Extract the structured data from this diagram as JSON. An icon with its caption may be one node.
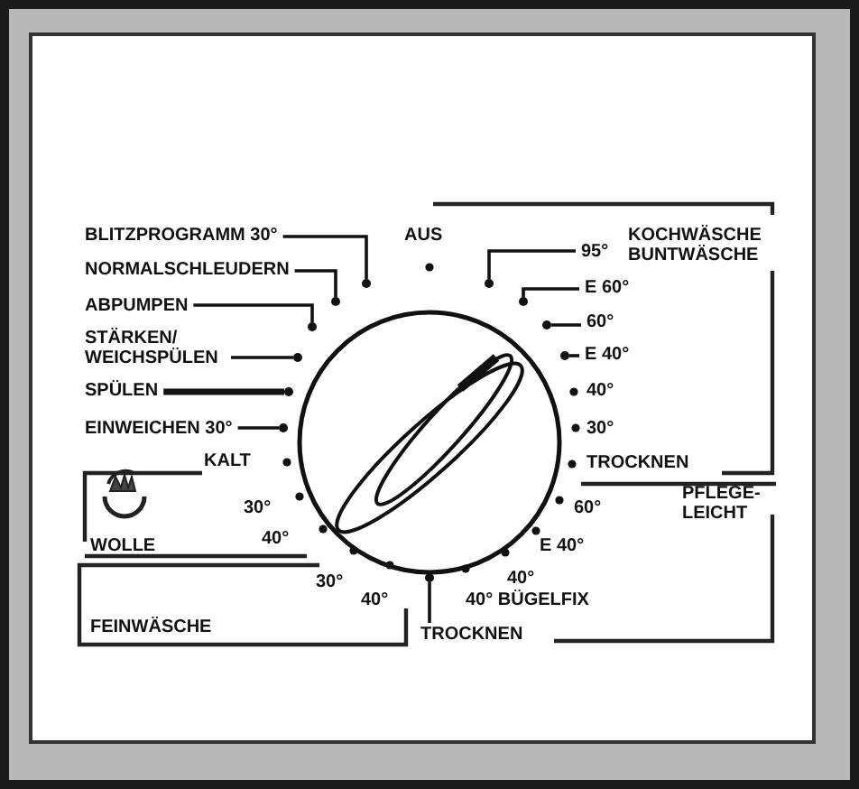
{
  "diagram": {
    "nodes": [
      {
        "text": [
          "BLITZPROGRAMM 30°"
        ]
      },
      {
        "text": [
          "NORMALSCHLEUDERN"
        ]
      },
      {
        "text": [
          "95°"
        ]
      },
      {
        "text": [
          "E 60°"
        ]
      },
      {
        "text": [
          "ABPUMPEN"
        ]
      },
      {
        "text": [
          "60°"
        ]
      },
      {
        "text": [
          "STÄRKEN/ WEICHSPÜLEN"
        ]
      },
      {
        "text": [
          "E 40°"
        ]
      },
      {
        "text": [
          "SPÜLEN"
        ]
      },
      {
        "text": [
          "EINWEICHEN 30°"
        ]
      },
      {
        "text": [
          "TROCKNEN"
        ]
      },
      {
        "text": [],
        "shape": "circle"
      },
      {
        "text": [],
        "shape": "circle"
      },
      {
        "text": [],
        "shape": "circle"
      },
      {
        "text": [],
        "shape": "circle"
      },
      {
        "text": [],
        "shape": "circle"
      },
      {
        "text": [],
        "shape": "circle"
      },
      {
        "text": [],
        "shape": "circle"
      },
      {
        "text": [],
        "shape": "circle"
      },
      {
        "text": [],
        "shape": "circle"
      },
      {
        "text": [],
        "shape": "circle"
      },
      {
        "text": [],
        "shape": "circle"
      }
    ],
    "edges": [
      {
        "from": 0,
        "to": 11,
        "arrow": "none"
      },
      {
        "from": 1,
        "to": 12,
        "arrow": "none"
      },
      {
        "from": 2,
        "to": 13,
        "arrow": "none"
      },
      {
        "from": 3,
        "to": 14,
        "arrow": "none"
      },
      {
        "from": 4,
        "to": 15,
        "arrow": "none"
      },
      {
        "from": 5,
        "to": 16,
        "arrow": "none"
      },
      {
        "from": 6,
        "to": 17,
        "arrow": "none"
      },
      {
        "from": 7,
        "to": 18,
        "arrow": "none"
      },
      {
        "from": 8,
        "to": 19,
        "arrow": "none",
        "style": "thick"
      },
      {
        "from": 9,
        "to": 20,
        "arrow": "none"
      },
      {
        "from": 10,
        "to": 21,
        "arrow": "none"
      }
    ],
    "labels": [
      "AUS",
      "KOCHWÄSCHE BUNTWÄSCHE",
      "40°",
      "30°",
      "KALT",
      "TROCKNEN",
      "PFLEGE- LEICHT",
      "30°",
      "60°",
      "40°",
      "WOLLE",
      "E 40°",
      "30°",
      "40°",
      "40°",
      "40° BÜGELFIX",
      "FEINWÄSCHE"
    ]
  }
}
